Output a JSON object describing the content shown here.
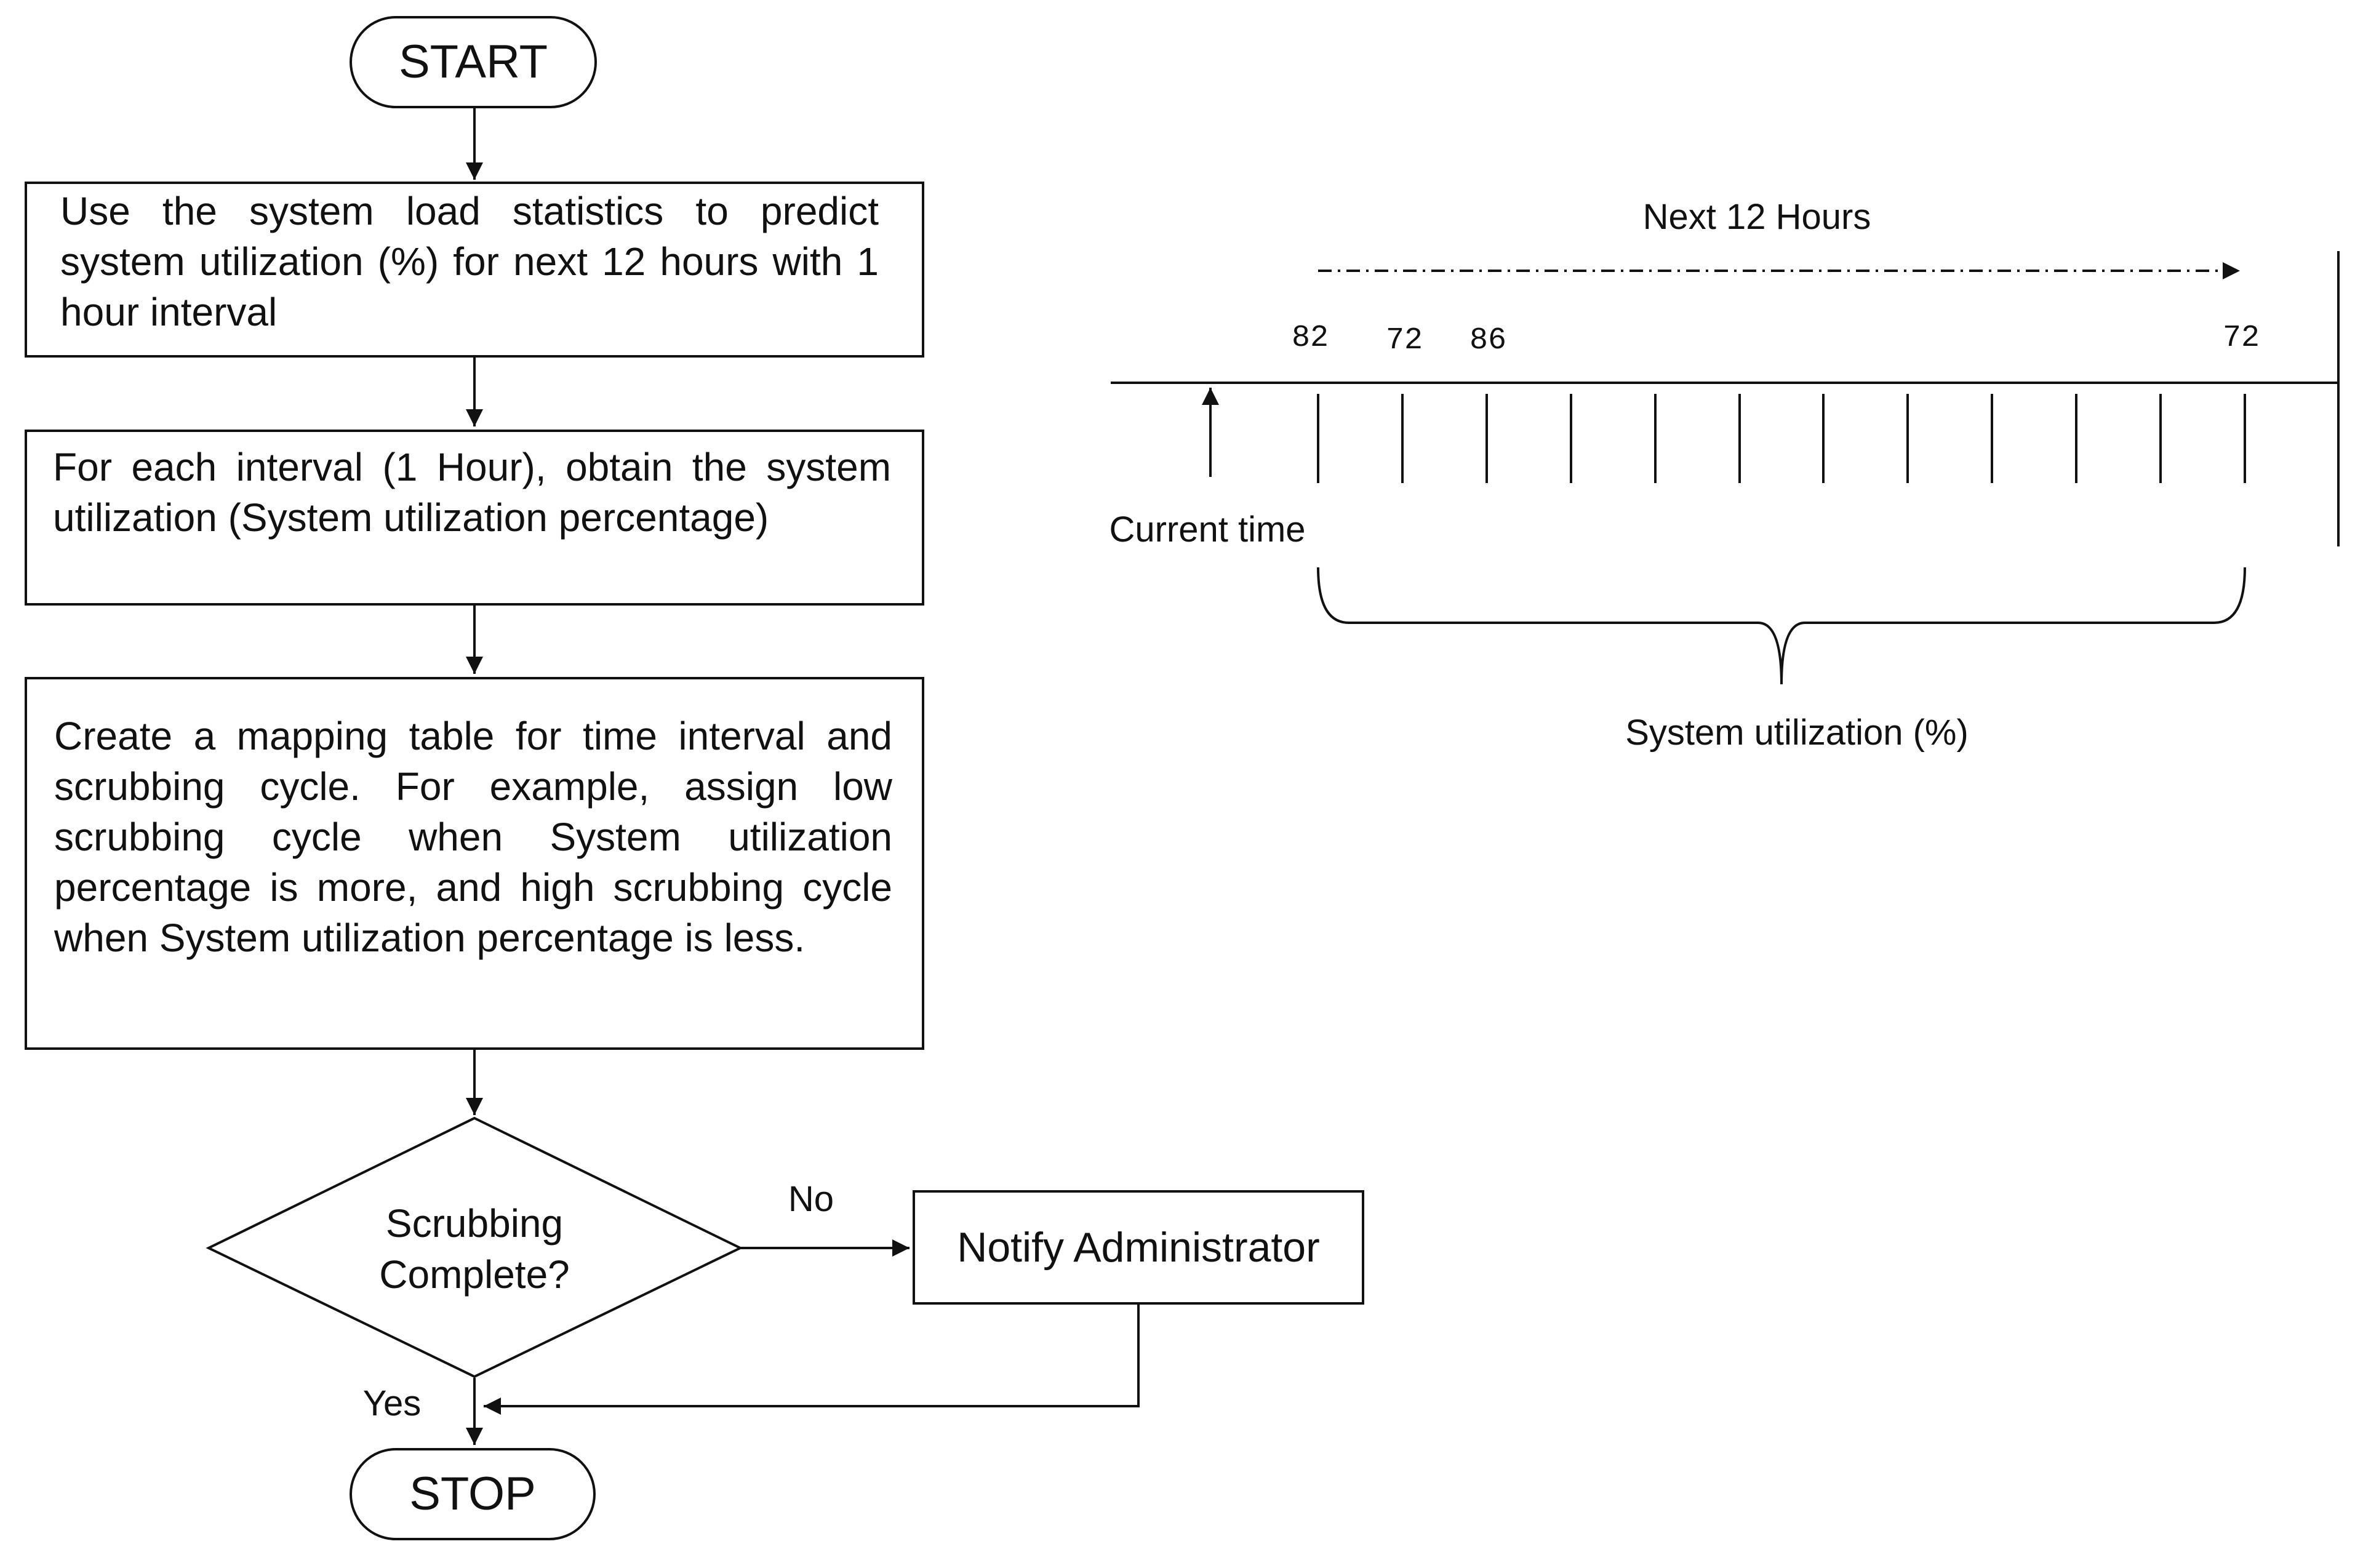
{
  "flowchart": {
    "start_label": "START",
    "step1_text": "Use the system load statistics to predict system utilization (%) for next 12 hours with 1 hour interval",
    "step2_text": "For each interval (1 Hour), obtain the system utilization (System utilization percentage)",
    "step3_text": "Create a mapping table for time interval and scrubbing cycle. For example, assign low scrubbing cycle when System utilization percentage is more, and high scrubbing cycle when System utilization percentage is less.",
    "decision_line1": "Scrubbing",
    "decision_line2": "Complete?",
    "no_label": "No",
    "yes_label": "Yes",
    "notify_label": "Notify Administrator",
    "stop_label": "STOP"
  },
  "timeline": {
    "window_label": "Next 12 Hours",
    "current_time_label": "Current time",
    "utilization_label": "System utilization (%)",
    "sample_values": [
      "82",
      "72",
      "86",
      "72"
    ]
  },
  "colors": {
    "line": "#111111",
    "background": "#ffffff"
  }
}
